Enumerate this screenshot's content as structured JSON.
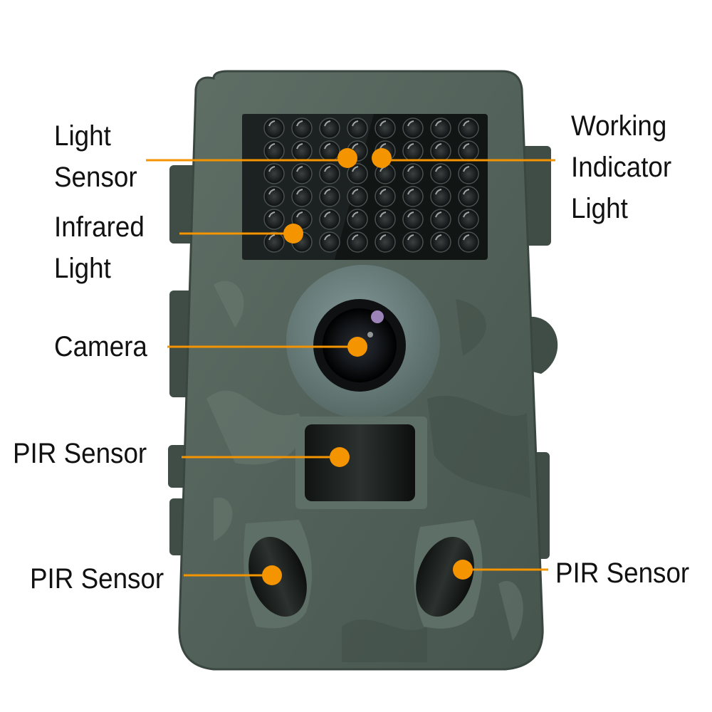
{
  "colors": {
    "accent": "#f39400",
    "body": "#53645b",
    "dark": "#232a27",
    "label_text": "#111111"
  },
  "callouts": {
    "light_sensor": "Light\nSensor",
    "working_indicator_light": "Working\nIndicator\nLight",
    "infrared_light": "Infrared\nLight",
    "camera": "Camera",
    "pir_sensor_center": "PIR Sensor",
    "pir_sensor_left": "PIR Sensor",
    "pir_sensor_right": "PIR Sensor"
  }
}
